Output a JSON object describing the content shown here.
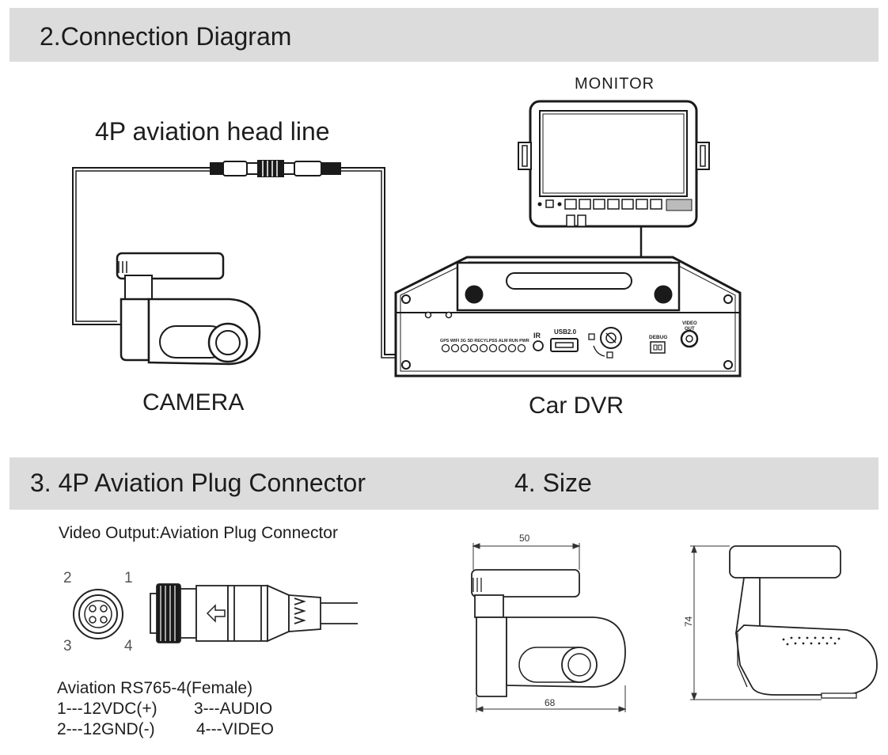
{
  "sections": {
    "connection": {
      "title": "2.Connection Diagram"
    },
    "plug": {
      "title": "3. 4P  Aviation Plug Connector"
    },
    "size": {
      "title": "4.  Size"
    }
  },
  "diagram": {
    "monitor_label": "MONITOR",
    "cable_label": "4P aviation head line",
    "camera_label": "CAMERA",
    "dvr_label": "Car DVR",
    "dvr_panel": {
      "led_labels": "GPS WIFI 3G SD RECYLPSS ALM RUN PWR",
      "ir": "IR",
      "usb": "USB2.0",
      "debug": "DEBUG",
      "video_out_1": "VIDEO",
      "video_out_2": "OUT"
    }
  },
  "plug_section": {
    "subtitle": "Video Output:Aviation Plug Connector",
    "pins": {
      "p1": "1",
      "p2": "2",
      "p3": "3",
      "p4": "4"
    },
    "model": "Aviation RS765-4(Female)",
    "row1_a": "1---12VDC(+)",
    "row1_b": "3---AUDIO",
    "row2_a": "2---12GND(-)",
    "row2_b": "4---VIDEO"
  },
  "size_section": {
    "width_top": "50",
    "width_bottom": "68",
    "height": "74"
  },
  "colors": {
    "band": "#dcdcdc",
    "line": "#1a1a1a"
  }
}
